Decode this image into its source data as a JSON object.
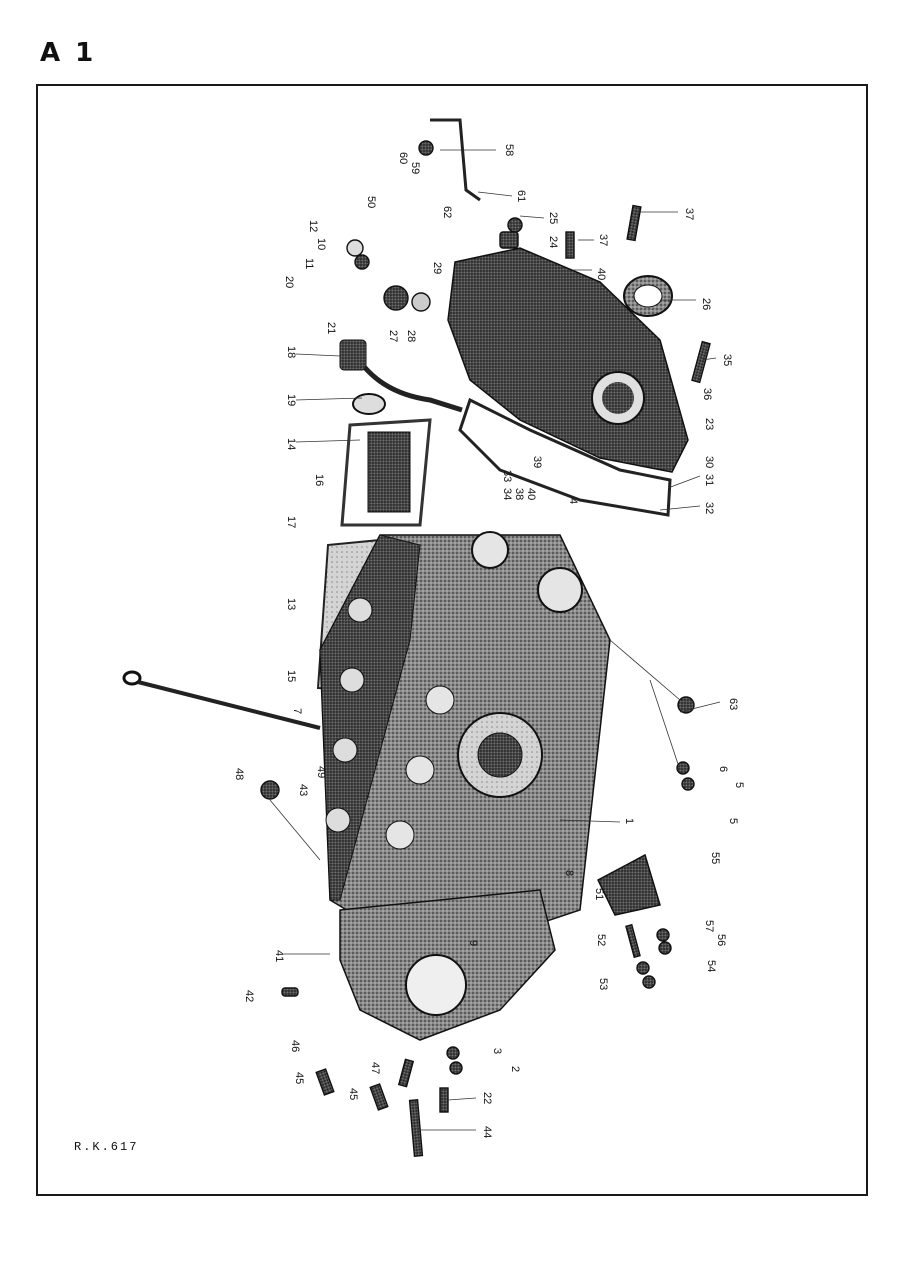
{
  "page": {
    "label": "A 1",
    "ref_code": "R.K.617"
  },
  "callouts": [
    "60",
    "59",
    "58",
    "61",
    "62",
    "50",
    "12",
    "10",
    "11",
    "25",
    "24",
    "37",
    "37",
    "20",
    "40",
    "26",
    "29",
    "27",
    "28",
    "21",
    "18",
    "35",
    "36",
    "19",
    "14",
    "23",
    "33",
    "39",
    "30",
    "34",
    "38",
    "40",
    "4",
    "31",
    "16",
    "17",
    "32",
    "13",
    "15",
    "63",
    "7",
    "48",
    "49",
    "43",
    "6",
    "5",
    "5",
    "1",
    "8",
    "55",
    "51",
    "57",
    "9",
    "52",
    "56",
    "41",
    "54",
    "42",
    "53",
    "46",
    "3",
    "2",
    "45",
    "47",
    "45",
    "22",
    "44"
  ]
}
